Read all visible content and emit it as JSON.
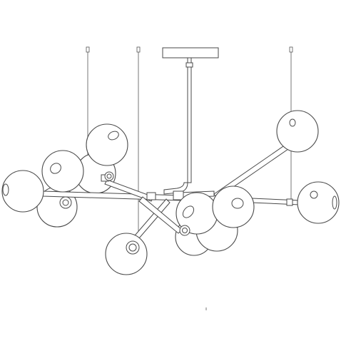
{
  "drawing": {
    "subject": "chandelier-line-drawing",
    "stroke_color": "#4a4a4a",
    "background_color": "#ffffff",
    "globe_count": 13,
    "suspension_wire_count": 3
  }
}
